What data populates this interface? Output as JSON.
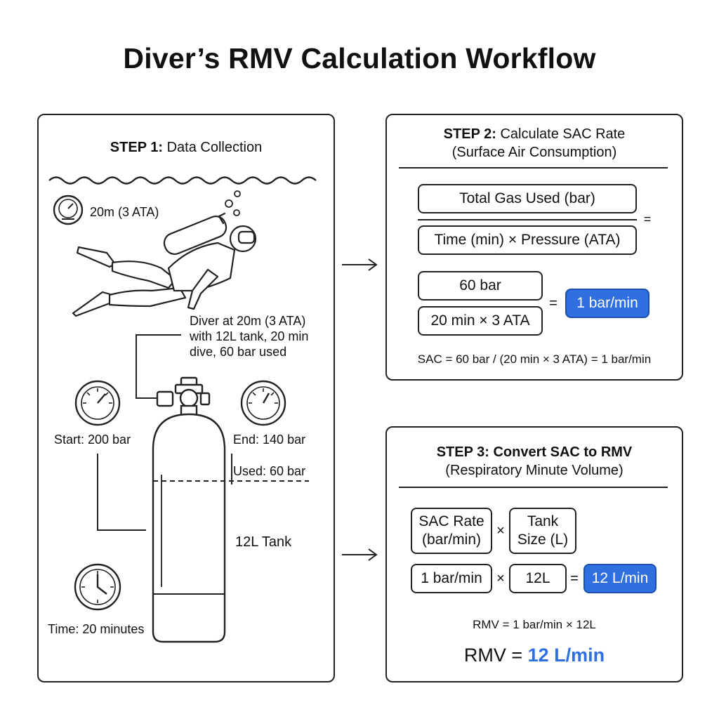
{
  "title": "Diver’s RMV Calculation Workflow",
  "step1": {
    "heading_bold": "STEP 1:",
    "heading_rest": " Data Collection",
    "depth": "20m (3 ATA)",
    "diver_note": [
      "Diver at 20m (3 ATA)",
      "with 12L tank, 20 min",
      "dive, 60 bar used"
    ],
    "start": "Start: 200 bar",
    "end": "End: 140 bar",
    "used": "Used: 60 bar",
    "tank": "12L Tank",
    "time": "Time: 20 minutes"
  },
  "step2": {
    "heading_bold": "STEP 2:",
    "heading_rest": " Calculate SAC Rate",
    "subheading": "(Surface Air Consumption)",
    "formula_numerator": "Total Gas Used (bar)",
    "formula_denominator": "Time (min) × Pressure (ATA)",
    "equals": "=",
    "value_numerator": "60 bar",
    "value_denominator": "20 min × 3 ATA",
    "result": "1 bar/min",
    "summary": "SAC = 60 bar / (20 min × 3 ATA) = 1 bar/min"
  },
  "step3": {
    "heading": "STEP 3: Convert SAC to RMV",
    "subheading": "(Respiratory Minute Volume)",
    "formula_a": [
      "SAC Rate",
      "(bar/min)"
    ],
    "formula_b": [
      "Tank",
      "Size (L)"
    ],
    "times": "×",
    "equals": "=",
    "value_a": "1 bar/min",
    "value_b": "12L",
    "result": "12 L/min",
    "summary": "RMV = 1 bar/min × 12L",
    "final_label": "RMV = ",
    "final_value": "12 L/min"
  },
  "colors": {
    "accent": "#2f6fdf",
    "stroke": "#222222"
  },
  "icons": [
    "arrow-right-icon",
    "depth-gauge-icon",
    "pressure-gauge-icon",
    "clock-icon",
    "scuba-tank-icon",
    "diver-icon",
    "bubbles-icon",
    "waves-icon"
  ]
}
